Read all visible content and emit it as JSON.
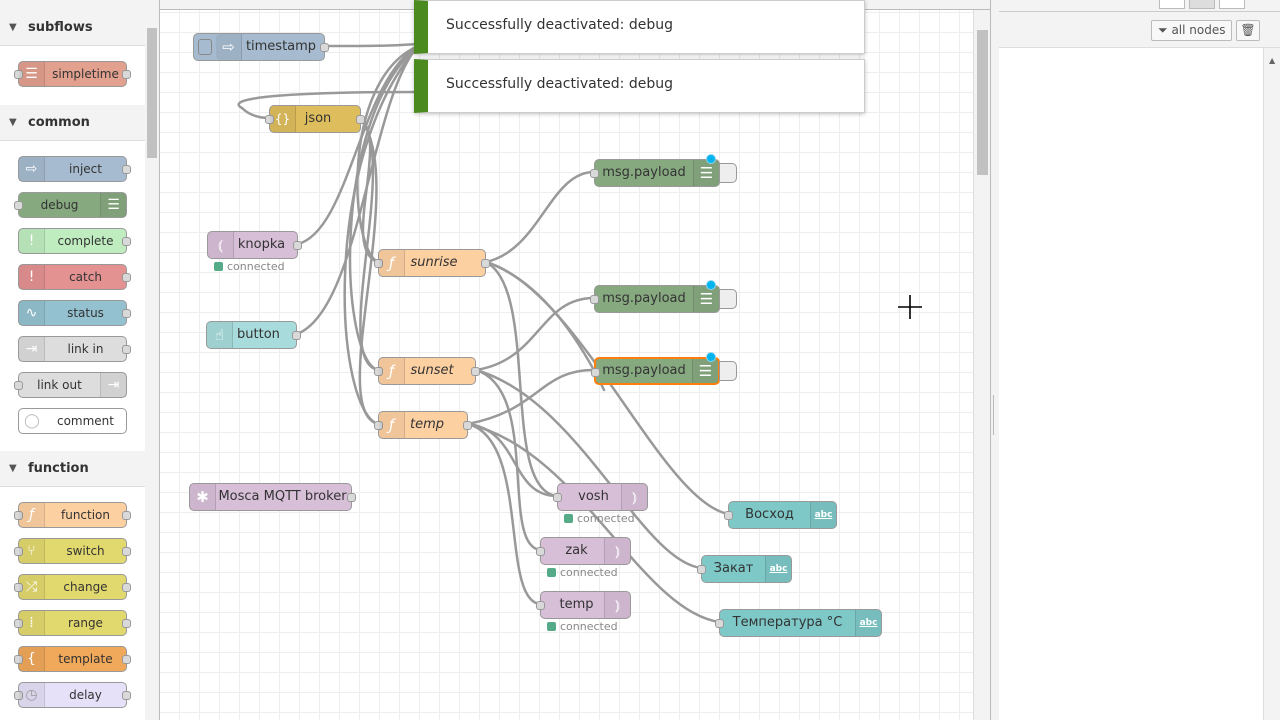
{
  "palette": {
    "categories": {
      "subflows": {
        "label": "subflows",
        "nodes": [
          {
            "label": "simpletime"
          }
        ]
      },
      "common": {
        "label": "common",
        "nodes": [
          {
            "label": "inject"
          },
          {
            "label": "debug"
          },
          {
            "label": "complete"
          },
          {
            "label": "catch"
          },
          {
            "label": "status"
          },
          {
            "label": "link in"
          },
          {
            "label": "link out"
          },
          {
            "label": "comment"
          }
        ]
      },
      "function": {
        "label": "function",
        "nodes": [
          {
            "label": "function"
          },
          {
            "label": "switch"
          },
          {
            "label": "change"
          },
          {
            "label": "range"
          },
          {
            "label": "template"
          },
          {
            "label": "delay"
          }
        ]
      }
    }
  },
  "flow": {
    "nodes": {
      "timestamp": {
        "label": "timestamp"
      },
      "json": {
        "label": "json"
      },
      "knopka": {
        "label": "knopka",
        "status": "connected"
      },
      "button": {
        "label": "button"
      },
      "sunrise": {
        "label": "sunrise"
      },
      "sunset": {
        "label": "sunset"
      },
      "temp_fn": {
        "label": "temp"
      },
      "mosca": {
        "label": "Mosca MQTT broker"
      },
      "payload1": {
        "label": "msg.payload"
      },
      "payload2": {
        "label": "msg.payload"
      },
      "payload3": {
        "label": "msg.payload"
      },
      "vosh": {
        "label": "vosh",
        "status": "connected"
      },
      "zak": {
        "label": "zak",
        "status": "connected"
      },
      "temp_out": {
        "label": "temp",
        "status": "connected"
      },
      "voskhod": {
        "label": "Восход"
      },
      "zakat": {
        "label": "Закат"
      },
      "temperatura": {
        "label": "Температура °C"
      }
    }
  },
  "notifications": [
    {
      "text": "Successfully deactivated: debug"
    },
    {
      "text": "Successfully deactivated: debug"
    }
  ],
  "sidebar": {
    "filter_label": "all nodes"
  },
  "colors": {
    "inject": "#a6bbcf",
    "debug": "#87a980",
    "function": "#fdd0a2",
    "json": "#debd5c",
    "mqtt": "#d8bfd8",
    "ui_text": "#7ec8c8",
    "notification_accent": "#4a8a1f"
  }
}
